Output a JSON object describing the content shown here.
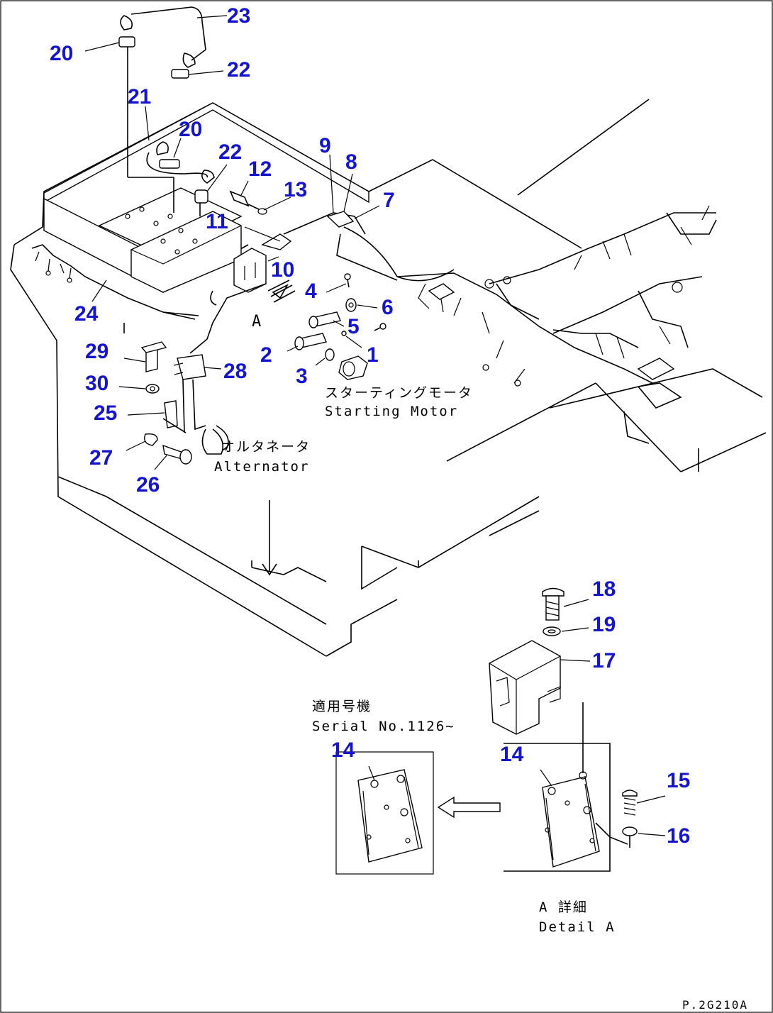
{
  "callouts": {
    "c1": "1",
    "c2": "2",
    "c3": "3",
    "c4": "4",
    "c5": "5",
    "c6": "6",
    "c7": "7",
    "c8": "8",
    "c9": "9",
    "c10": "10",
    "c11": "11",
    "c12": "12",
    "c13": "13",
    "c14a": "14",
    "c14b": "14",
    "c15": "15",
    "c16": "16",
    "c17": "17",
    "c18": "18",
    "c19": "19",
    "c20a": "20",
    "c20b": "20",
    "c21": "21",
    "c22a": "22",
    "c22b": "22",
    "c23": "23",
    "c24": "24",
    "c25": "25",
    "c26": "26",
    "c27": "27",
    "c28": "28",
    "c29": "29",
    "c30": "30"
  },
  "notes": {
    "starting_motor_jp": "スターティングモータ",
    "starting_motor_en": "Starting Motor",
    "alternator_jp": "オルタネータ",
    "alternator_en": "Alternator",
    "view_letter": "A",
    "serial_jp": "適用号機",
    "serial_en": "Serial No.1126~",
    "detail_jp": "A 詳細",
    "detail_en": "Detail A",
    "drawing_code": "P.2G210A"
  }
}
